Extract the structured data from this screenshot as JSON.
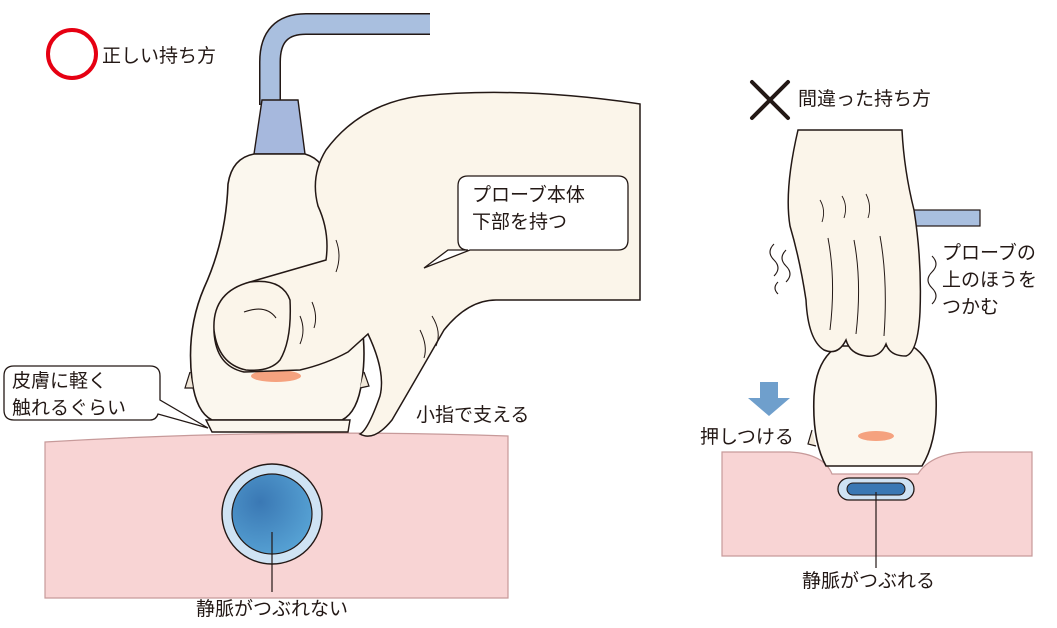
{
  "left_panel": {
    "verdict_symbol": "circle-mark",
    "title": "正しい持ち方",
    "callout_probe": [
      "プローブ本体",
      "下部を持つ"
    ],
    "callout_skin": [
      "皮膚に軽く",
      "触れるぐらい"
    ],
    "pinky_note": "小指で支える",
    "vein_caption": "静脈がつぶれない"
  },
  "right_panel": {
    "verdict_symbol": "cross-mark",
    "title": "間違った持ち方",
    "grip_note": [
      "プローブの",
      "上のほうを",
      "つかむ"
    ],
    "press_note": "押しつける",
    "vein_caption": "静脈がつぶれる"
  },
  "colors": {
    "ok_mark": "#e60012",
    "skin": "#f8d4d4",
    "tissue_line": "#c79a9a",
    "vein_outer": "#a9c8e6",
    "vein_inner": "#2f6ea8",
    "probe_body": "#fbf7ee",
    "probe_neck": "#a6b8dd",
    "cable": "#a9bfdf",
    "hand": "#fbf5ea",
    "press_arrow": "#6f9fcc",
    "stroke": "#231815"
  }
}
